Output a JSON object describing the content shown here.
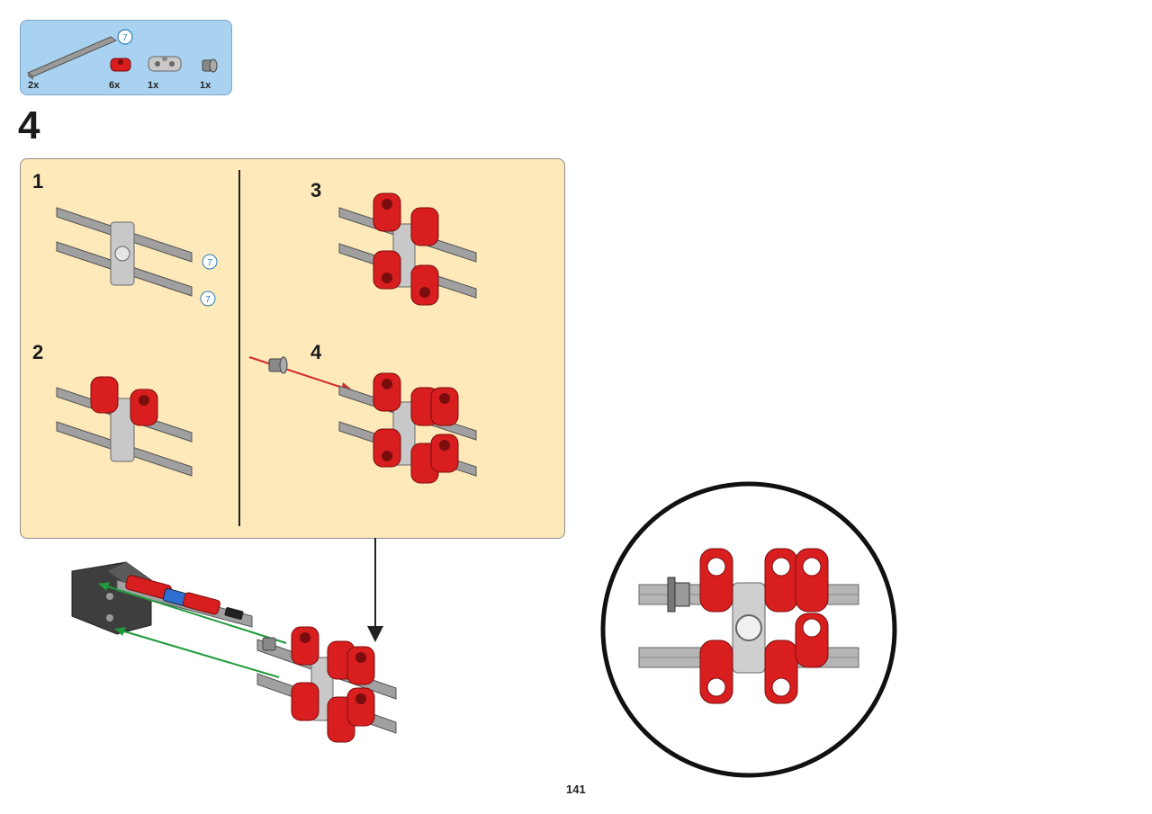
{
  "parts_list": {
    "items": [
      {
        "name": "axle",
        "quantity": "2x",
        "length_badge": "7"
      },
      {
        "name": "red-connector",
        "quantity": "6x"
      },
      {
        "name": "gray-connector",
        "quantity": "1x"
      },
      {
        "name": "bush",
        "quantity": "1x"
      }
    ]
  },
  "step": {
    "number": "4"
  },
  "substeps": [
    {
      "label": "1",
      "badges": [
        "7",
        "7"
      ]
    },
    {
      "label": "2"
    },
    {
      "label": "3"
    },
    {
      "label": "4"
    }
  ],
  "colors": {
    "parts_box_bg": "#a9d2f0",
    "panel_bg": "#fde9b9",
    "red_part": "#d81e1e",
    "gray_part": "#b8b8b8",
    "dark_part": "#4a4a4a",
    "arrow_red": "#d42a2a",
    "arrow_green": "#1f9a3c"
  },
  "page": {
    "number": "141"
  }
}
